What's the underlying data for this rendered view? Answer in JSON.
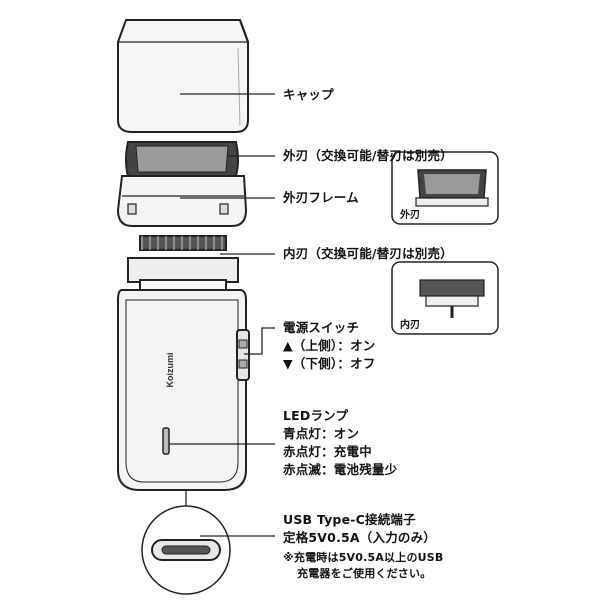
{
  "labels": {
    "cap": "キャップ",
    "outer_blade": "外刃（交換可能/替刃は別売）",
    "outer_frame": "外刃フレーム",
    "inner_blade": "内刃（交換可能/替刃は別売）",
    "switch_title": "電源スイッチ",
    "switch_up": "▲（上側）：オン",
    "switch_down": "▼（下側）：オフ",
    "led_title": "LEDランプ",
    "led_blue": "青点灯：オン",
    "led_red": "赤点灯：充電中",
    "led_blink": "赤点滅：電池残量少",
    "usb_title": "USB Type-C接続端子",
    "usb_rating": "定格5V0.5A（入力のみ）",
    "usb_note_1": "※充電時は5V0.5A以上のUSB",
    "usb_note_2": "充電器をご使用ください。"
  },
  "insets": {
    "outer_blade_tag": "外刃",
    "inner_blade_tag": "内刃"
  },
  "brand": "Koizumi",
  "colors": {
    "line": "#222222",
    "body_fill": "#f4f4f4",
    "shade": "#d9d9d9"
  }
}
